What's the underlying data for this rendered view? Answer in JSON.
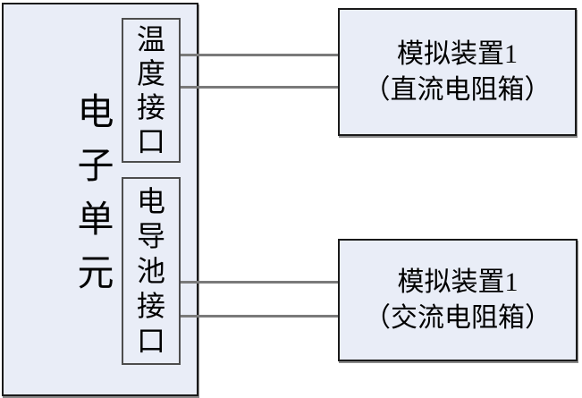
{
  "diagram": {
    "electronic_unit": {
      "label": "电子单元"
    },
    "temperature_port": {
      "label": "温度接口"
    },
    "conductivity_port": {
      "label": "电导池接口"
    },
    "device_dc": {
      "title": "模拟装置1",
      "subtitle": "（直流电阻箱）"
    },
    "device_ac": {
      "title": "模拟装置1",
      "subtitle": "（交流电阻箱）"
    },
    "colors": {
      "box_fill": "#e9edf7",
      "outer_border": "#1a1a1a",
      "inner_border": "#4d4d4d",
      "connector_line": "#7a7a7a",
      "text": "#000000",
      "background": "#ffffff"
    }
  }
}
